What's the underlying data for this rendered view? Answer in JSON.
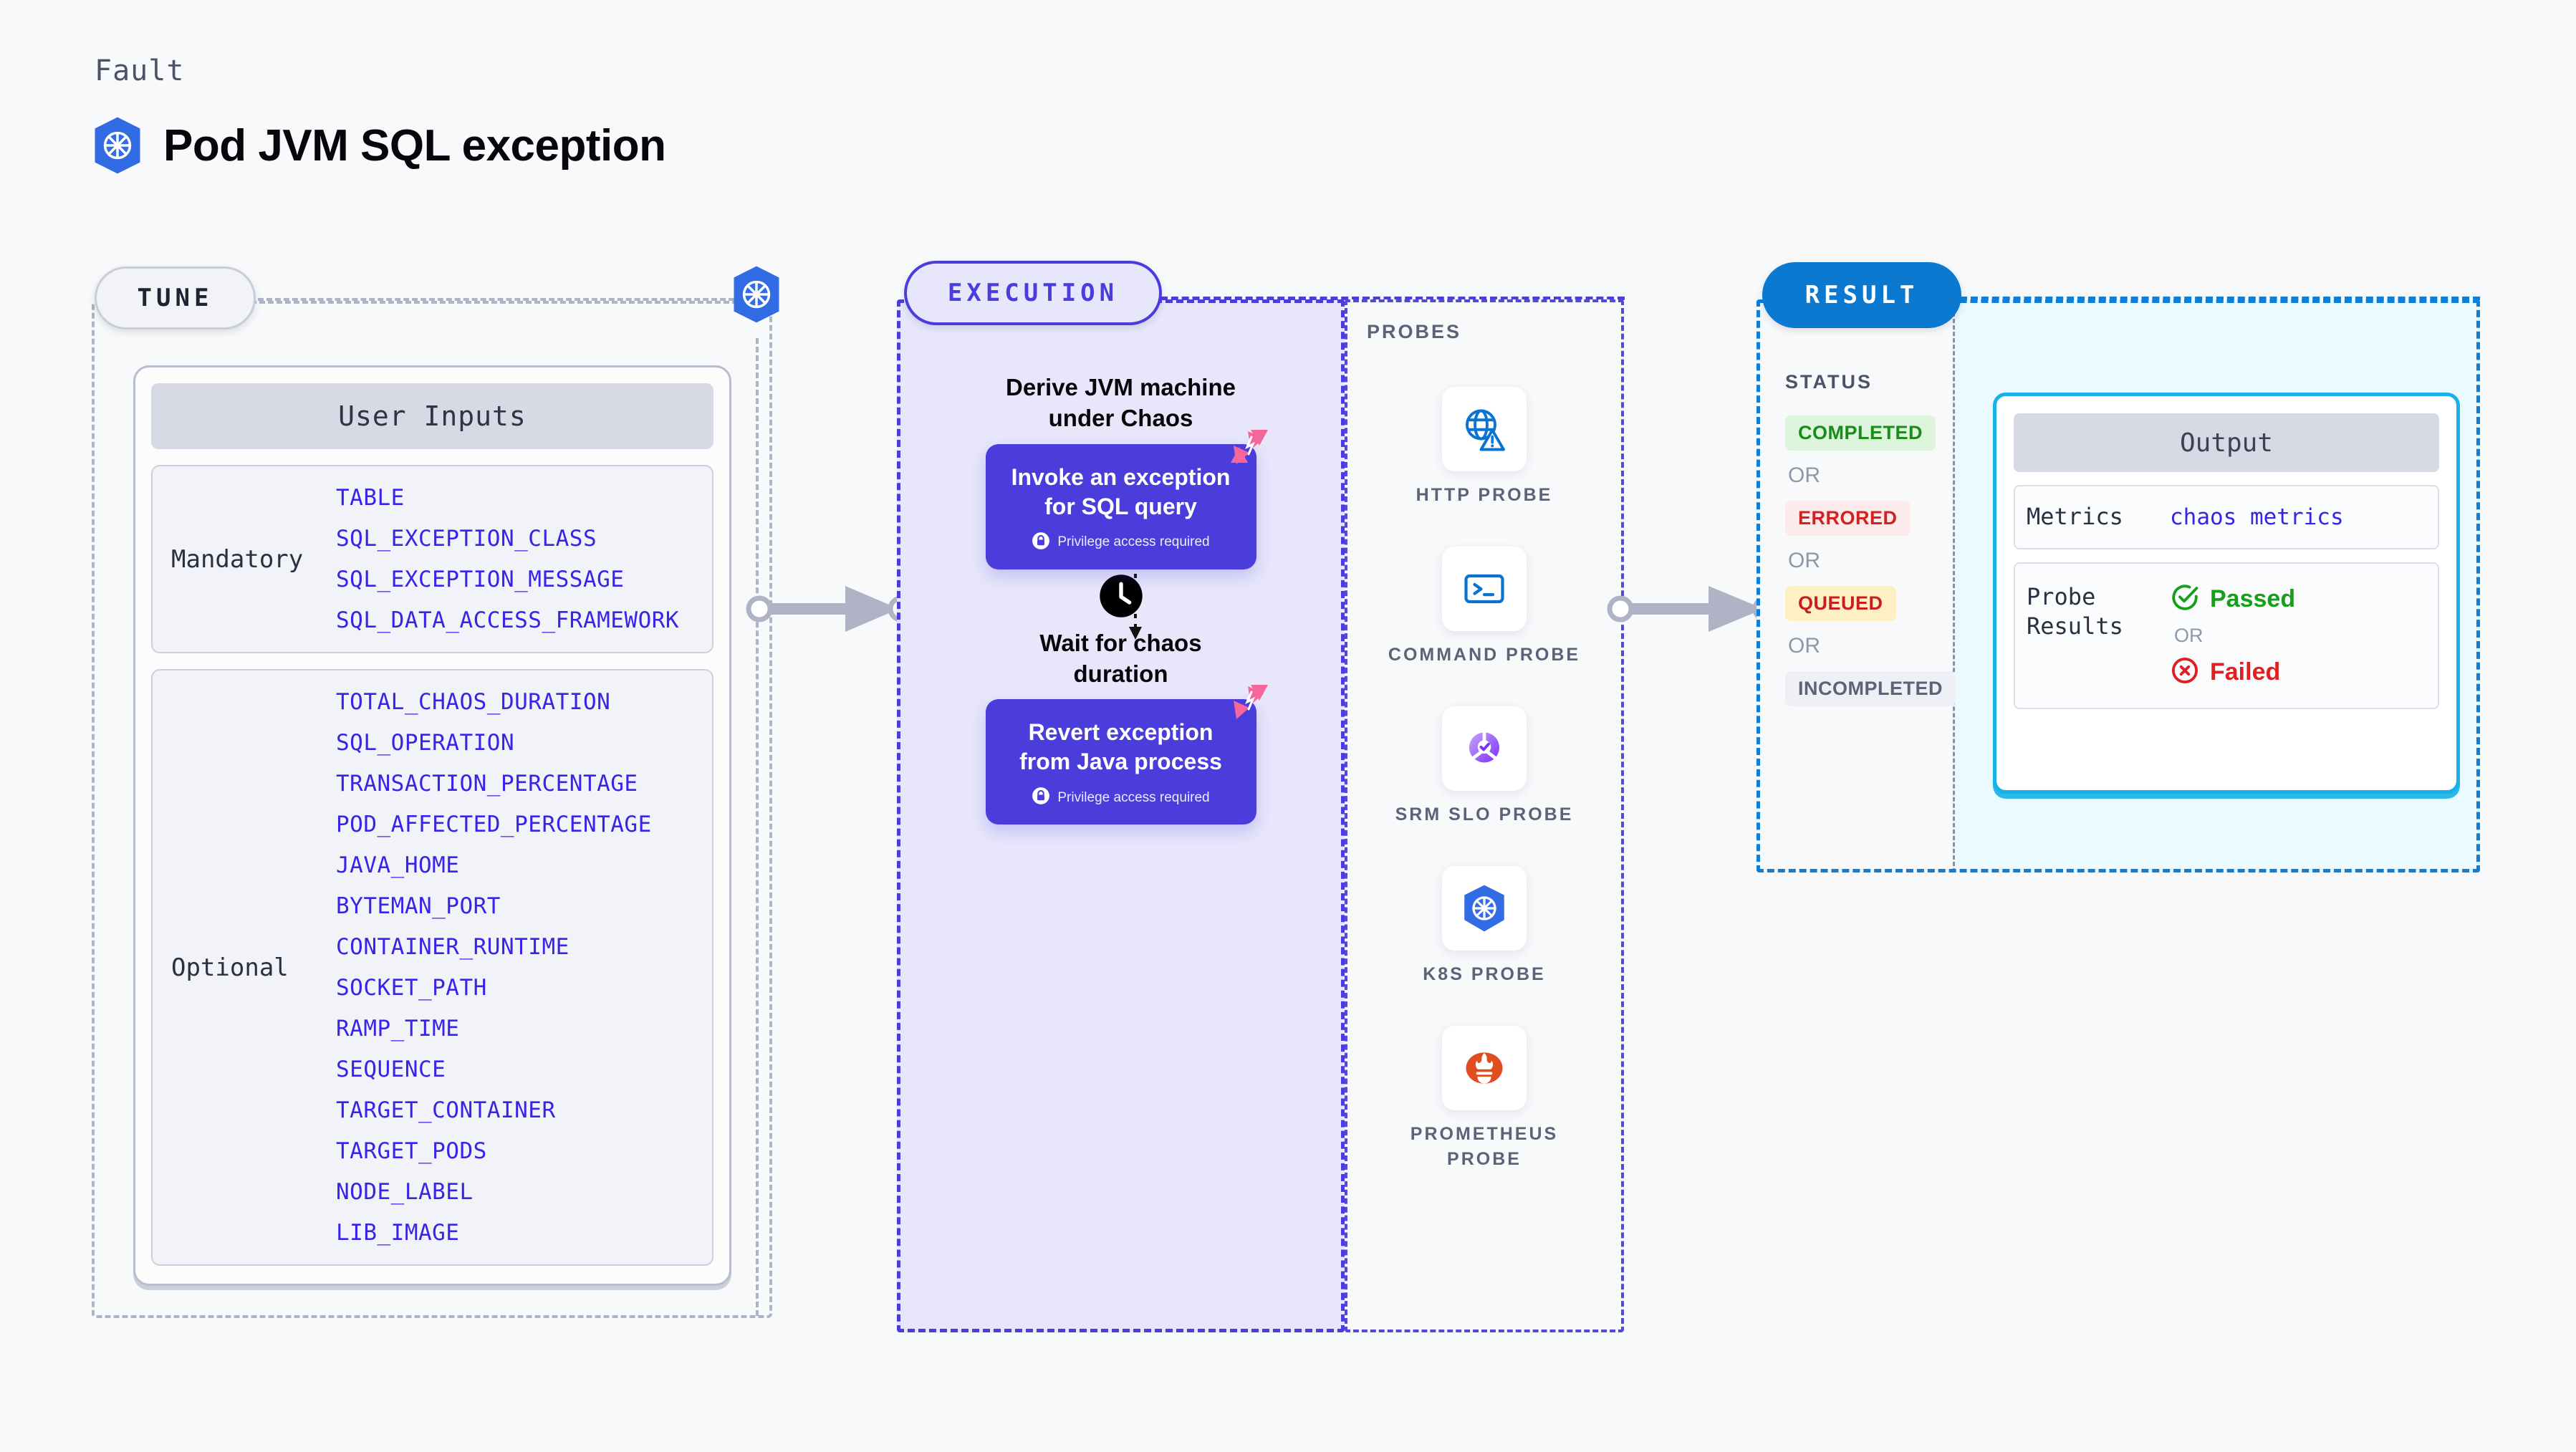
{
  "header": {
    "kicker": "Fault",
    "title": "Pod JVM SQL exception",
    "icon": "kubernetes-icon"
  },
  "tune": {
    "pill_label": "TUNE",
    "card_title": "User Inputs",
    "groups": [
      {
        "label": "Mandatory",
        "params": [
          "TABLE",
          "SQL_EXCEPTION_CLASS",
          "SQL_EXCEPTION_MESSAGE",
          "SQL_DATA_ACCESS_FRAMEWORK"
        ]
      },
      {
        "label": "Optional",
        "params": [
          "TOTAL_CHAOS_DURATION",
          "SQL_OPERATION",
          "TRANSACTION_PERCENTAGE",
          "POD_AFFECTED_PERCENTAGE",
          "JAVA_HOME",
          "BYTEMAN_PORT",
          "CONTAINER_RUNTIME",
          "SOCKET_PATH",
          "RAMP_TIME",
          "SEQUENCE",
          "TARGET_CONTAINER",
          "TARGET_PODS",
          "NODE_LABEL",
          "LIB_IMAGE"
        ]
      }
    ]
  },
  "execution": {
    "pill_label": "EXECUTION",
    "step1": "Derive JVM machine\nunder Chaos",
    "action1": {
      "title": "Invoke an exception\nfor SQL query",
      "note": "Privilege access required",
      "note_icon": "lock-icon",
      "badge_icon": "harness-logo-icon"
    },
    "step2": "Wait for chaos\nduration",
    "step2_icon": "clock-icon",
    "action2": {
      "title": "Revert exception\nfrom Java process",
      "note": "Privilege access required",
      "note_icon": "lock-icon",
      "badge_icon": "harness-logo-icon"
    }
  },
  "probes": {
    "section_label": "PROBES",
    "items": [
      {
        "name": "HTTP PROBE",
        "icon": "globe-warning-icon"
      },
      {
        "name": "COMMAND PROBE",
        "icon": "terminal-icon"
      },
      {
        "name": "SRM SLO PROBE",
        "icon": "srm-slo-icon"
      },
      {
        "name": "K8S PROBE",
        "icon": "kubernetes-icon"
      },
      {
        "name": "PROMETHEUS PROBE",
        "icon": "prometheus-icon"
      }
    ]
  },
  "result": {
    "pill_label": "RESULT",
    "status_label": "STATUS",
    "or_label": "OR",
    "statuses": [
      {
        "label": "COMPLETED",
        "bg": "#dcf5dc",
        "fg": "#1b8c1b"
      },
      {
        "label": "ERRORED",
        "bg": "#fdeaea",
        "fg": "#d32020"
      },
      {
        "label": "QUEUED",
        "bg": "#fdf0c4",
        "fg": "#c81e1e"
      },
      {
        "label": "INCOMPLETED",
        "bg": "#eef0f5",
        "fg": "#5c6378"
      }
    ],
    "output": {
      "title": "Output",
      "metrics_key": "Metrics",
      "metrics_value": "chaos metrics",
      "probe_results_key": "Probe\nResults",
      "passed_label": "Passed",
      "passed_icon": "check-circle-icon",
      "or_label": "OR",
      "failed_label": "Failed",
      "failed_icon": "x-circle-icon"
    }
  },
  "colors": {
    "page_bg": "#f8f9fb",
    "tune_border": "#aeb4c4",
    "execution": "#4b3ddb",
    "execution_bg": "#e7e6fb",
    "probes_border": "#5448d8",
    "result": "#0b79d0",
    "result_bg": "#eafaff",
    "output_border": "#17b0e8",
    "param_text": "#3a23e8",
    "k8s_blue": "#326ce5",
    "harness_pink": "#f5679b"
  }
}
